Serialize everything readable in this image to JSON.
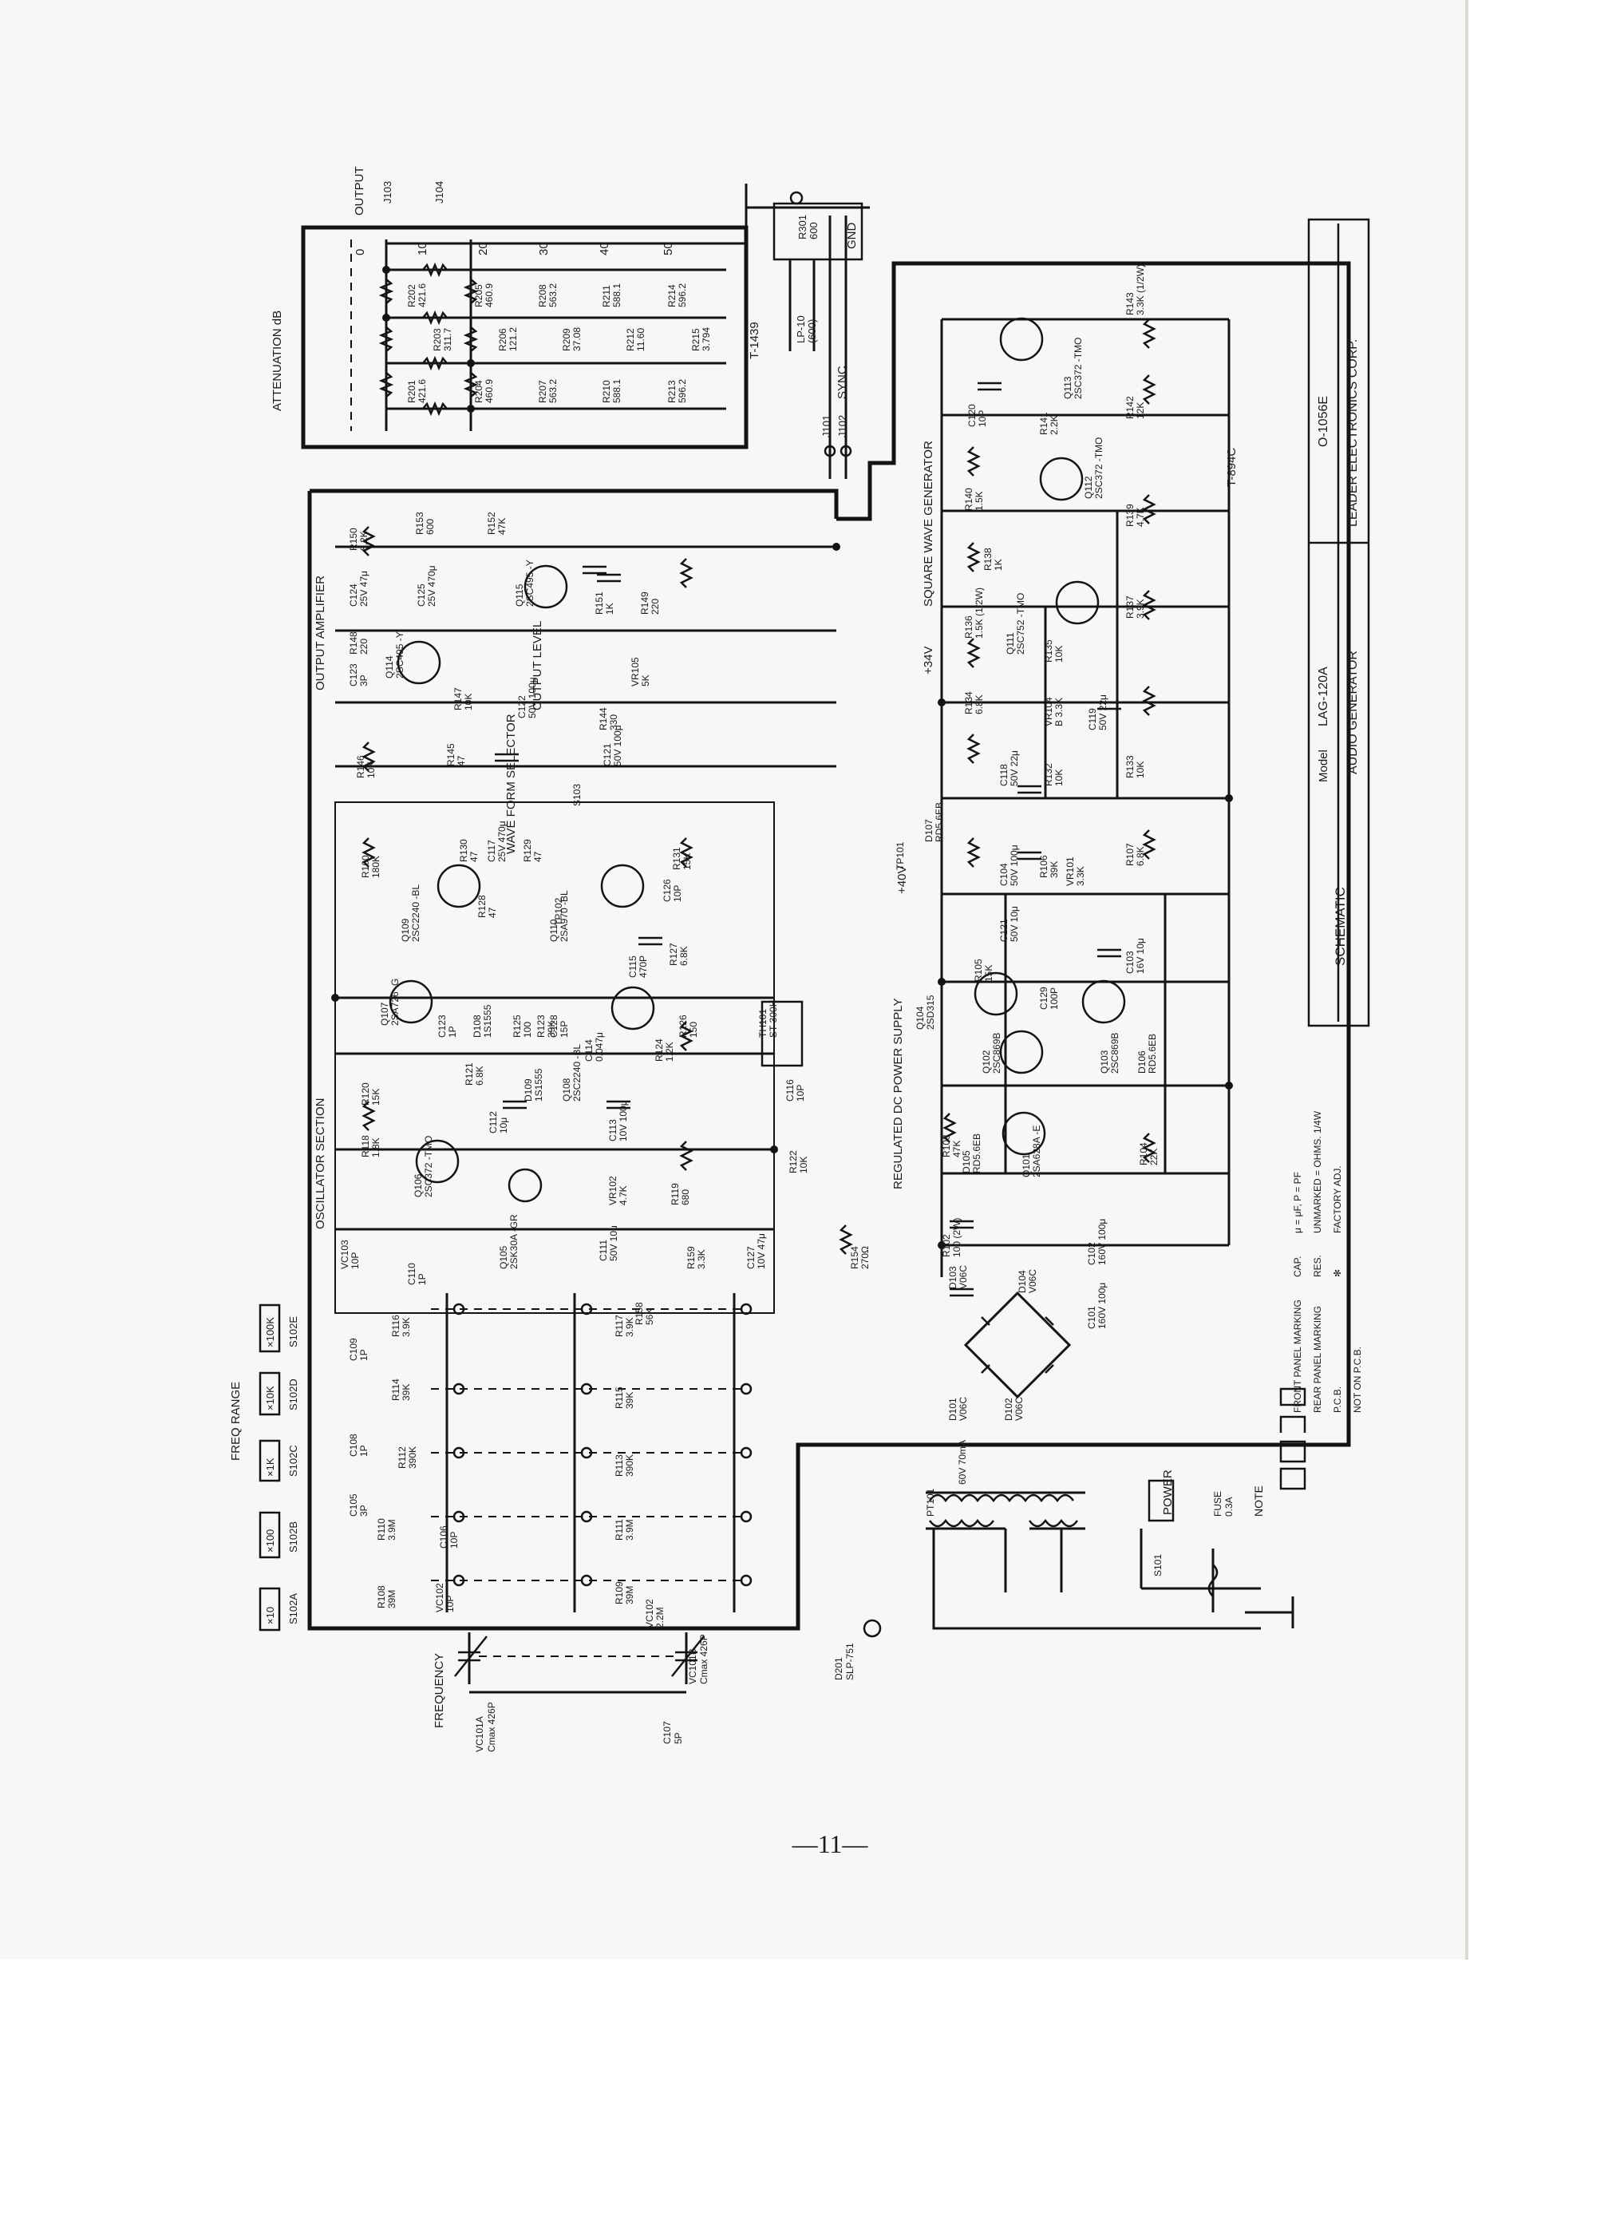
{
  "page_number": "—11—",
  "title_block": {
    "sheet_type": "SCHEMATIC",
    "model_label": "Model",
    "model": "LAG-120A",
    "device": "AUDIO GENERATOR",
    "doc_number": "O-1056E",
    "maker": "LEADER ELECTRONICS CORP."
  },
  "notes": {
    "heading": "NOTE",
    "rows": [
      [
        "FRONT PANEL MARKING",
        "CAP.",
        "μ = μF, P = PF"
      ],
      [
        "REAR PANEL MARKING",
        "RES.",
        "UNMARKED = OHMS. 1/4W"
      ],
      [
        "P.C.B.",
        "✻",
        "FACTORY ADJ."
      ],
      [
        "NOT ON P.C.B.",
        "",
        ""
      ]
    ]
  },
  "sections": {
    "oscillator": "OSCILLATOR SECTION",
    "output_amp": "OUTPUT AMPLIFIER",
    "square_wave": "SQUARE WAVE GENERATOR",
    "power_supply": "REGULATED DC POWER SUPPLY",
    "attenuation": "ATTENUATION dB",
    "freq_range": "FREQ RANGE",
    "frequency": "FREQUENCY",
    "wave_form": "WAVE FORM SELECTOR",
    "output_level": "OUTPUT LEVEL",
    "output": "OUTPUT",
    "sync": "SYNC",
    "gnd": "GND",
    "power": "POWER"
  },
  "pcb_numbers": {
    "att": "T-1439",
    "main": "T-894C"
  },
  "rails": {
    "v34": "+34V",
    "v40": "+40V"
  },
  "attenuator": {
    "steps": [
      "0",
      "10",
      "20",
      "30",
      "40",
      "50"
    ],
    "resistor_sets": [
      [
        "R201",
        "421.6"
      ],
      [
        "R202",
        "421.6"
      ],
      [
        "R203",
        "311.7"
      ],
      [
        "R204",
        "460.9"
      ],
      [
        "R205",
        "460.9"
      ],
      [
        "R206",
        "121.2"
      ],
      [
        "R207",
        "563.2"
      ],
      [
        "R208",
        "563.2"
      ],
      [
        "R209",
        "37.08"
      ],
      [
        "R210",
        "588.1"
      ],
      [
        "R211",
        "588.1"
      ],
      [
        "R212",
        "11.60"
      ],
      [
        "R213",
        "596.2"
      ],
      [
        "R214",
        "596.2"
      ],
      [
        "R215",
        "3.794"
      ]
    ],
    "connectors": [
      "J101",
      "J102",
      "J103",
      "J104"
    ],
    "lp": [
      "LP-10",
      "(600)"
    ],
    "r301": [
      "R301",
      "600"
    ]
  },
  "range_switch": {
    "multipliers": [
      "×10",
      "×100",
      "×1K",
      "×10K",
      "×100K"
    ],
    "sections": [
      "S102A",
      "S102B",
      "S102C",
      "S102D",
      "S102E"
    ],
    "parts": [
      [
        "R108",
        "39M"
      ],
      [
        "C105",
        "3P"
      ],
      [
        "R110",
        "3.9M"
      ],
      [
        "C106",
        "10P"
      ],
      [
        "C108",
        "1P"
      ],
      [
        "R112",
        "390K"
      ],
      [
        "C109",
        "1P"
      ],
      [
        "R114",
        "39K"
      ],
      [
        "R116",
        "3.9K"
      ],
      [
        "VC102",
        "10P"
      ],
      [
        "R109",
        "39M"
      ],
      [
        "R111",
        "3.9M"
      ],
      [
        "R113",
        "390K"
      ],
      [
        "R115",
        "39K"
      ],
      [
        "R117",
        "3.9K"
      ],
      [
        "R158",
        "56K"
      ],
      [
        "VC101A",
        "Cmax 426P"
      ],
      [
        "VC101B",
        "Cmax 426P"
      ],
      [
        "C107",
        "5P"
      ],
      [
        "VC102",
        "2.2M"
      ]
    ]
  },
  "oscillator_parts": [
    [
      "VC103",
      "10P"
    ],
    [
      "C110",
      "1P"
    ],
    [
      "Q105",
      "2SK30A -GR"
    ],
    [
      "Q106",
      "2SC372 -TMO"
    ],
    [
      "R118",
      "1.8K"
    ],
    [
      "R120",
      "15K"
    ],
    [
      "Q107",
      "2SA726 -G"
    ],
    [
      "C111",
      "50V 10μ"
    ],
    [
      "C112",
      "10μ"
    ],
    [
      "R121",
      "6.8K"
    ],
    [
      "C123",
      "1P"
    ],
    [
      "D108",
      "1S1555"
    ],
    [
      "R125",
      "100"
    ],
    [
      "C128",
      "15P"
    ],
    [
      "D109",
      "1S1555"
    ],
    [
      "R123",
      "39K"
    ],
    [
      "Q108",
      "2SC2240 -BL"
    ],
    [
      "C114",
      "0.047μ"
    ],
    [
      "C113",
      "10V 100μ"
    ],
    [
      "VR102",
      "4.7K"
    ],
    [
      "R119",
      "680"
    ],
    [
      "R124",
      "1.2K"
    ],
    [
      "R126",
      "150"
    ],
    [
      "TH101",
      "ST-300H"
    ],
    [
      "C116",
      "10P"
    ],
    [
      "R122",
      "10K"
    ],
    [
      "R159",
      "3.3K"
    ],
    [
      "C127",
      "10V 47μ"
    ],
    [
      "R154",
      "270Ω"
    ]
  ],
  "amplifier_parts": [
    [
      "R160",
      "180K"
    ],
    [
      "Q109",
      "2SC2240 -BL"
    ],
    [
      "R128",
      "47"
    ],
    [
      "R130",
      "47"
    ],
    [
      "C117",
      "25V 470μ"
    ],
    [
      "R129",
      "47"
    ],
    [
      "Q110",
      "2SA970 -BL"
    ],
    [
      "C115",
      "470P"
    ],
    [
      "R127",
      "6.8K"
    ],
    [
      "C126",
      "10P"
    ],
    [
      "R131",
      "15K"
    ],
    [
      "R146",
      "10K"
    ],
    [
      "R145",
      "47"
    ],
    [
      "C122",
      "50V 100μ"
    ],
    [
      "R144",
      "330"
    ],
    [
      "VR105",
      "5K"
    ],
    [
      "C121",
      "50V 100μ"
    ],
    [
      "S103",
      ""
    ],
    [
      "TP102",
      ""
    ],
    [
      "C123",
      "3P"
    ],
    [
      "R148",
      "220"
    ],
    [
      "Q114",
      "2SC495 -Y"
    ],
    [
      "R147",
      "10K"
    ],
    [
      "C124",
      "25V 47μ"
    ],
    [
      "R150",
      "8.2K"
    ],
    [
      "R153",
      "600"
    ],
    [
      "C125",
      "25V 470μ"
    ],
    [
      "Q115",
      "2SC495 -Y"
    ],
    [
      "R152",
      "47K"
    ],
    [
      "R151",
      "1K"
    ],
    [
      "R149",
      "220"
    ]
  ],
  "square_wave_parts": [
    [
      "C120",
      "10P"
    ],
    [
      "R141",
      "2.2K"
    ],
    [
      "Q113",
      "2SC372 -TMO"
    ],
    [
      "R143",
      "3.3K (1/2W)"
    ],
    [
      "R142",
      "12K"
    ],
    [
      "Q112",
      "2SC372 -TMO"
    ],
    [
      "R140",
      "1.5K"
    ],
    [
      "R139",
      "4.7K"
    ],
    [
      "R138",
      "1K"
    ],
    [
      "R136",
      "1.5K (1/2W)"
    ],
    [
      "Q111",
      "2SC752 -TMO"
    ],
    [
      "R137",
      "3.9K"
    ],
    [
      "R135",
      "10K"
    ],
    [
      "R134",
      "6.8K"
    ],
    [
      "VR104",
      "B 3.3K"
    ],
    [
      "C119",
      "50V 22μ"
    ],
    [
      "R132",
      "10K"
    ],
    [
      "C118",
      "50V 22μ"
    ],
    [
      "R133",
      "10K"
    ],
    [
      "D107",
      "RD5.6EB"
    ]
  ],
  "power_supply_parts": [
    [
      "TP101",
      ""
    ],
    [
      "C104",
      "50V 100μ"
    ],
    [
      "R106",
      "39K"
    ],
    [
      "VR101",
      "3.3K"
    ],
    [
      "R107",
      "6.8K"
    ],
    [
      "C121",
      "50V 10μ"
    ],
    [
      "R105",
      "15K"
    ],
    [
      "C129",
      "100P"
    ],
    [
      "C103",
      "16V 10μ"
    ],
    [
      "Q104",
      "2SD315"
    ],
    [
      "Q102",
      "2SC869B"
    ],
    [
      "Q103",
      "2SC869B"
    ],
    [
      "D106",
      "RD5.6EB"
    ],
    [
      "R103",
      "47K"
    ],
    [
      "D105",
      "RD5.6EB"
    ],
    [
      "Q101",
      "2SA628A -E"
    ],
    [
      "R104",
      "22K"
    ],
    [
      "R102",
      "100 (2W)"
    ],
    [
      "C102",
      "160V 100μ"
    ],
    [
      "C101",
      "160V 100μ"
    ],
    [
      "D103",
      "V06C"
    ],
    [
      "D104",
      "V06C"
    ],
    [
      "D101",
      "V06C"
    ],
    [
      "D102",
      "V06C"
    ],
    [
      "PT101",
      "60V 70mA"
    ],
    [
      "S101",
      ""
    ],
    [
      "FUSE",
      "0.3A"
    ],
    [
      "D201",
      "SLP-751"
    ]
  ]
}
